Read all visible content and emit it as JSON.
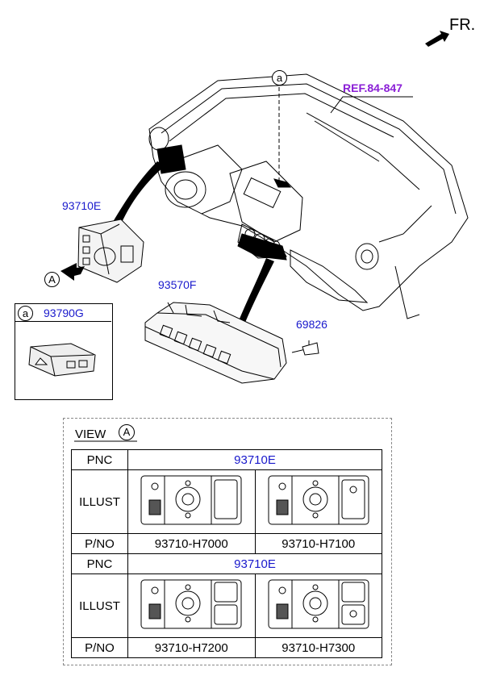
{
  "header": {
    "direction_label": "FR."
  },
  "callouts": {
    "ref": "REF.84-847",
    "marker_a": "a",
    "part_93710E": "93710E",
    "part_93570F": "93570F",
    "part_69826": "69826",
    "view_arrow": "A"
  },
  "inset": {
    "marker": "a",
    "part": "93790G"
  },
  "view": {
    "title": "VIEW",
    "marker": "A",
    "pnc_header": "PNC",
    "illust_header": "ILLUST",
    "pno_header": "P/NO",
    "groups": [
      {
        "pnc": "93710E",
        "parts": [
          "93710-H7000",
          "93710-H7100"
        ]
      },
      {
        "pnc": "93710E",
        "parts": [
          "93710-H7200",
          "93710-H7300"
        ]
      }
    ]
  },
  "colors": {
    "part_number": "#1a1acc",
    "reference": "#8a1ed6"
  }
}
